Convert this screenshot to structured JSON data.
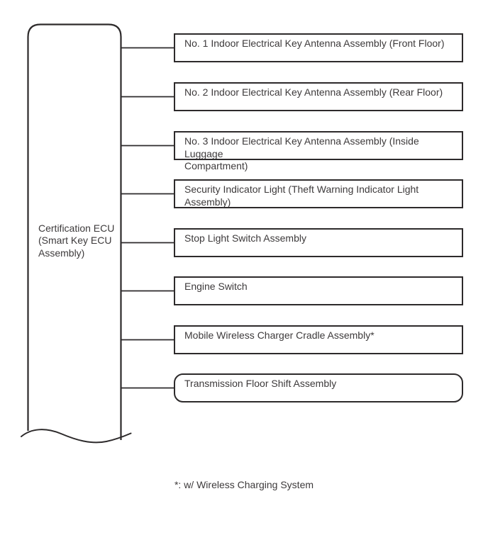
{
  "diagram": {
    "title_hint": "Smart key system component connection diagram",
    "source_block": {
      "label": "Certification ECU\n(Smart Key ECU\nAssembly)"
    },
    "components": [
      {
        "label": "No. 1 Indoor Electrical Key Antenna Assembly (Front Floor)"
      },
      {
        "label": "No. 2 Indoor Electrical Key Antenna Assembly (Rear Floor)"
      },
      {
        "label": "No. 3 Indoor Electrical Key Antenna Assembly (Inside Luggage\nCompartment)"
      },
      {
        "label": "Security Indicator Light (Theft Warning Indicator Light Assembly)"
      },
      {
        "label": "Stop Light Switch Assembly"
      },
      {
        "label": "Engine Switch"
      },
      {
        "label": "Mobile Wireless Charger Cradle Assembly*"
      },
      {
        "label": "Transmission Floor Shift Assembly"
      }
    ],
    "footnote": "*: w/ Wireless Charging System",
    "colors": {
      "line": "#2d2a2b",
      "text": "#3d3a3b",
      "background": "#ffffff"
    }
  }
}
